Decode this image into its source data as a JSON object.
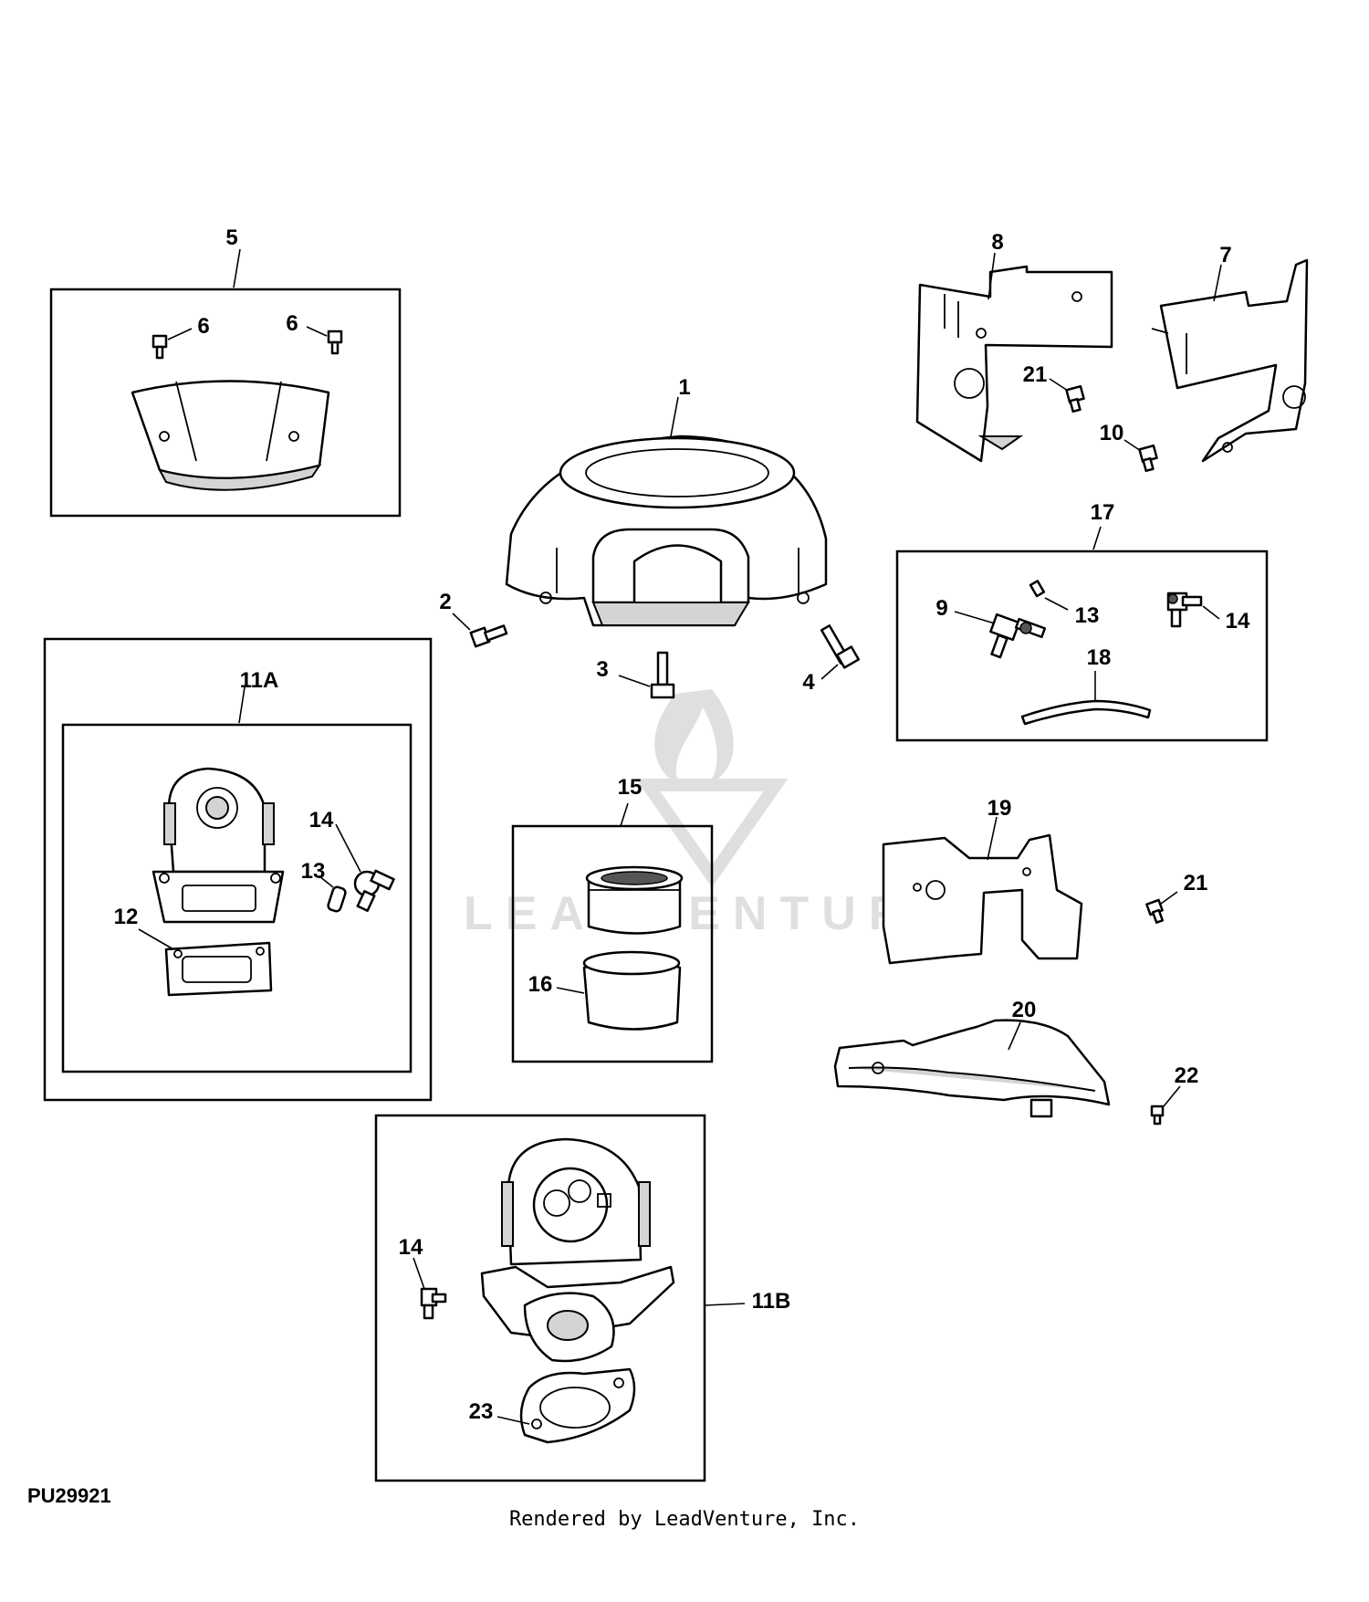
{
  "diagram_id": "PU29921",
  "render_credit": "Rendered by LeadVenture, Inc.",
  "watermark": "LEADVENTURE",
  "callouts": {
    "c1": "1",
    "c2": "2",
    "c3": "3",
    "c4": "4",
    "c5": "5",
    "c6a": "6",
    "c6b": "6",
    "c7": "7",
    "c8": "8",
    "c9": "9",
    "c10": "10",
    "c11a": "11A",
    "c11b": "11B",
    "c12": "12",
    "c13a": "13",
    "c13b": "13",
    "c14a": "14",
    "c14b": "14",
    "c14c": "14",
    "c15": "15",
    "c16": "16",
    "c17": "17",
    "c18": "18",
    "c19": "19",
    "c20": "20",
    "c21a": "21",
    "c21b": "21",
    "c22": "22",
    "c23": "23"
  }
}
